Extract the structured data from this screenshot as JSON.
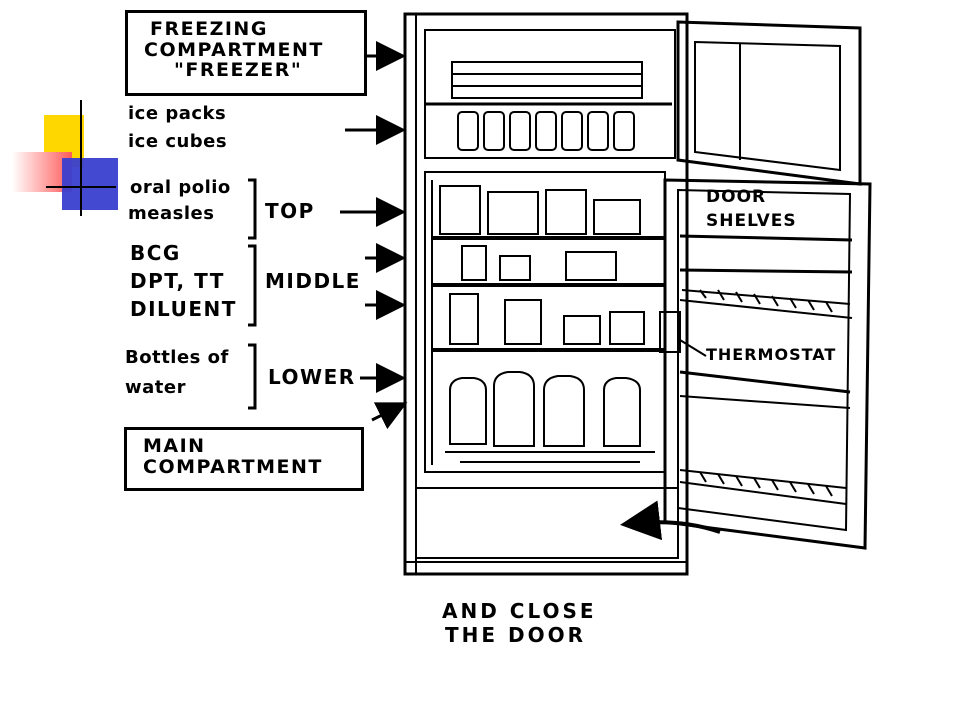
{
  "labels": {
    "freezer_box": [
      "FREEZING",
      "COMPARTMENT",
      "\"FREEZER\""
    ],
    "ice_packs": "ice packs",
    "ice_cubes": "ice cubes",
    "oral_polio": "oral polio",
    "measles": "measles",
    "top": "TOP",
    "bcg": "BCG",
    "dpt_tt": "DPT, TT",
    "diluent": "DILUENT",
    "middle": "MIDDLE",
    "bottles_of": "Bottles of",
    "water": "water",
    "lower": "LOWER",
    "main_box": [
      "MAIN",
      "COMPARTMENT"
    ],
    "door_shelves": [
      "DOOR",
      "SHELVES"
    ],
    "thermostat": "THERMOSTAT",
    "caption": [
      "AND CLOSE",
      "THE DOOR"
    ]
  },
  "colors": {
    "deco_yellow": "#ffd700",
    "deco_red": "#ff5a5a",
    "deco_blue": "#3a3fcf",
    "line": "#000000"
  }
}
